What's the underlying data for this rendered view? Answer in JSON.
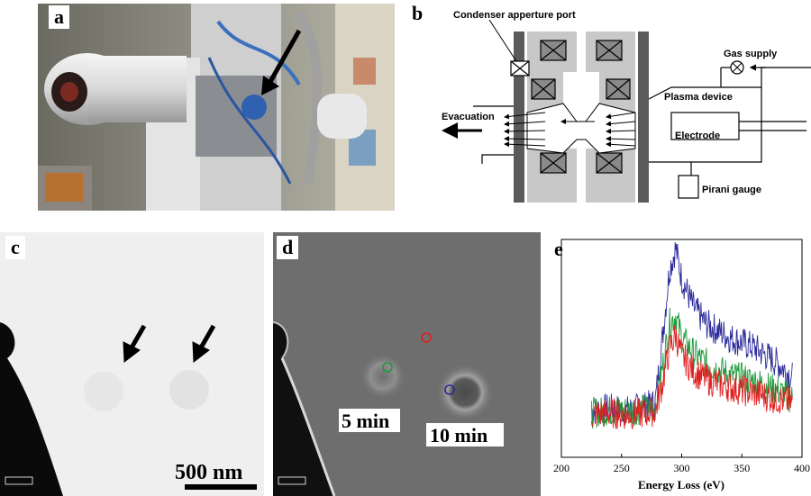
{
  "panels": {
    "a": {
      "label": "a"
    },
    "b": {
      "label": "b",
      "labels": {
        "condenser": "Condenser apperture port",
        "gas": "Gas supply",
        "plasma": "Plasma device",
        "evacuation": "Evacuation",
        "electrode": "Electrode",
        "pirani": "Pirani gauge"
      }
    },
    "c": {
      "label": "c",
      "scalebar": "500 nm"
    },
    "d": {
      "label": "d",
      "time1": "5 min",
      "time2": "10 min"
    },
    "e": {
      "label": "e"
    }
  },
  "colors": {
    "blue": "#2b2b9a",
    "green": "#1f9a3c",
    "red": "#e02020",
    "diagram_gray": "#c8c8c8",
    "diagram_dark": "#5a5a5a"
  },
  "chart_data": {
    "type": "line",
    "xlabel": "Energy Loss (eV)",
    "ylabel": "",
    "xlim": [
      200,
      400
    ],
    "xticks": [
      200,
      250,
      300,
      350,
      400
    ],
    "grid": false,
    "series": [
      {
        "color": "#2b2b9a",
        "x": [
          225,
          240,
          255,
          270,
          278,
          284,
          290,
          295,
          300,
          310,
          320,
          340,
          360,
          380,
          392
        ],
        "y": [
          0.18,
          0.19,
          0.18,
          0.2,
          0.22,
          0.55,
          0.9,
          1.0,
          0.85,
          0.7,
          0.62,
          0.55,
          0.5,
          0.42,
          0.35
        ]
      },
      {
        "color": "#1f9a3c",
        "x": [
          225,
          240,
          255,
          270,
          278,
          284,
          290,
          295,
          300,
          310,
          320,
          340,
          360,
          380,
          392
        ],
        "y": [
          0.17,
          0.18,
          0.18,
          0.19,
          0.2,
          0.4,
          0.62,
          0.66,
          0.55,
          0.47,
          0.42,
          0.36,
          0.33,
          0.28,
          0.24
        ]
      },
      {
        "color": "#e02020",
        "x": [
          225,
          240,
          255,
          270,
          278,
          284,
          290,
          295,
          300,
          310,
          320,
          340,
          360,
          380,
          392
        ],
        "y": [
          0.16,
          0.17,
          0.16,
          0.17,
          0.18,
          0.32,
          0.5,
          0.56,
          0.46,
          0.38,
          0.34,
          0.3,
          0.27,
          0.24,
          0.22
        ]
      }
    ]
  }
}
